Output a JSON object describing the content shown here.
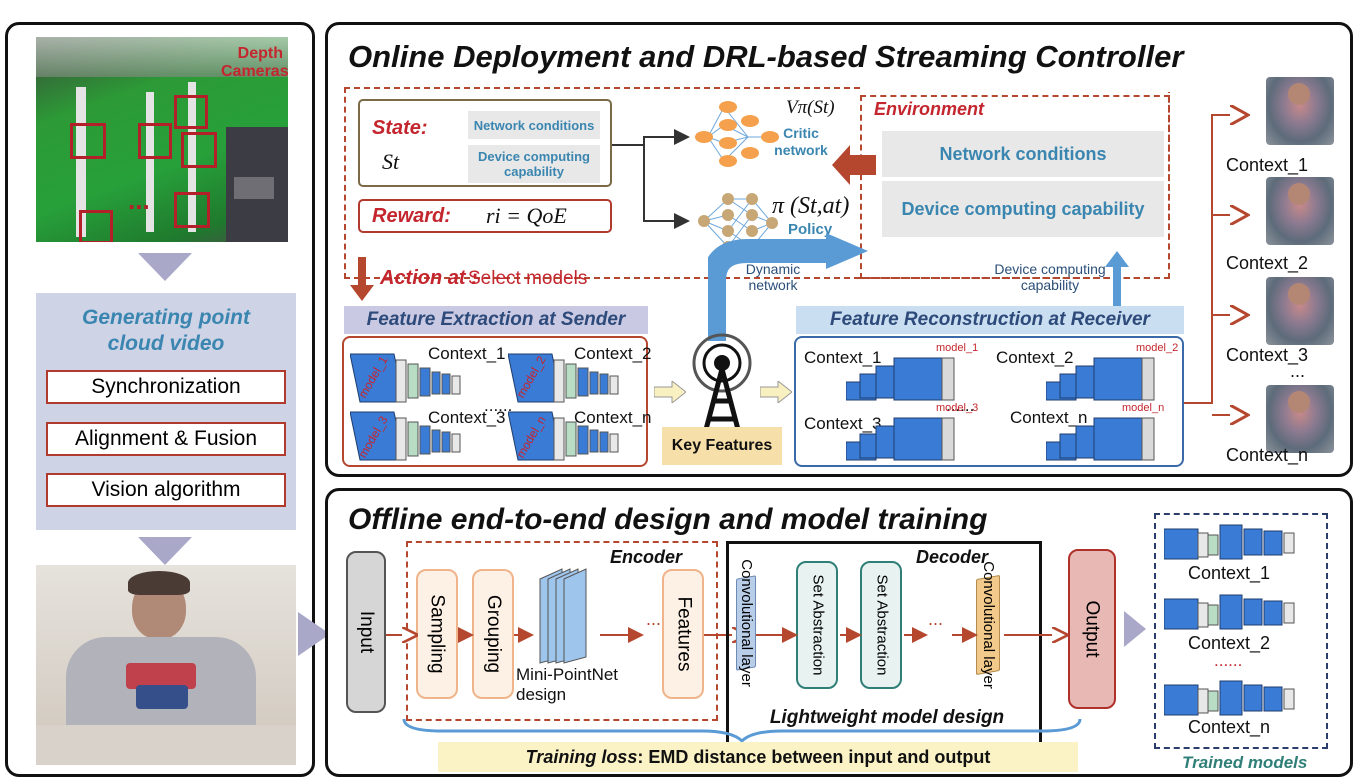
{
  "left_panel": {
    "depth_cameras_label": "Depth Cameras",
    "cameras_ellipsis": "...",
    "generating_title": "Generating point cloud video",
    "steps": [
      "Synchronization",
      "Alignment & Fusion",
      "Vision algorithm"
    ]
  },
  "online": {
    "title": "Online Deployment and DRL-based Streaming Controller",
    "state_label": "State:",
    "state_symbol": "St",
    "state_items": [
      "Network conditions",
      "Device computing capability"
    ],
    "reward_label": "Reward:",
    "reward_formula": "ri = QoE",
    "critic_value": "Vπ(St)",
    "critic_label": "Critic network",
    "policy_formula": "π (St,at)",
    "policy_label": "Policy",
    "environment_label": "Environment",
    "environment_items": [
      "Network conditions",
      "Device computing capability"
    ],
    "action_label": "Action at :",
    "action_text": "Select models",
    "dynamic_network": "Dynamic network",
    "device_capability": "Device computing capability",
    "sender_title": "Feature Extraction at Sender",
    "receiver_title": "Feature Reconstruction at Receiver",
    "key_features": "Key Features",
    "sender_contexts": [
      "Context_1",
      "Context_2",
      "Context_3",
      "Context_n"
    ],
    "sender_models": [
      "model_1",
      "model_2",
      "model_3",
      "model_n"
    ],
    "receiver_contexts": [
      "Context_1",
      "Context_2",
      "Context_3",
      "Context_n"
    ],
    "receiver_models": [
      "model_1",
      "model_2",
      "model_3",
      "model_n"
    ],
    "ellipsis": "......",
    "output_contexts": [
      "Context_1",
      "Context_2",
      "Context_3",
      "Context_n"
    ],
    "output_ellipsis": "..."
  },
  "offline": {
    "title": "Offline end-to-end design and model training",
    "input": "Input",
    "encoder": "Encoder",
    "sampling": "Sampling",
    "grouping": "Grouping",
    "mini_pointnet": "Mini-PointNet design",
    "arrow_dots": "...",
    "features": "Features",
    "decoder": "Decoder",
    "conv_layer": "Convolutional layer",
    "set_abstraction": "Set Abstraction",
    "lightweight": "Lightweight model design",
    "output": "Output",
    "trained_contexts": [
      "Context_1",
      "Context_2",
      "Context_n"
    ],
    "trained_ellipsis": "......",
    "trained_models": "Trained models",
    "loss_label": "Training loss",
    "loss_text": ": EMD distance between input and output"
  },
  "colors": {
    "dark_red": "#b5472e",
    "teal_blue": "#3a86b0",
    "navy": "#2d4a7a",
    "model_blue": "#3a7bd5",
    "lavender": "#c9c9e3",
    "arrow_blue": "#5b9bd5",
    "teal_green": "#2f7f78"
  }
}
